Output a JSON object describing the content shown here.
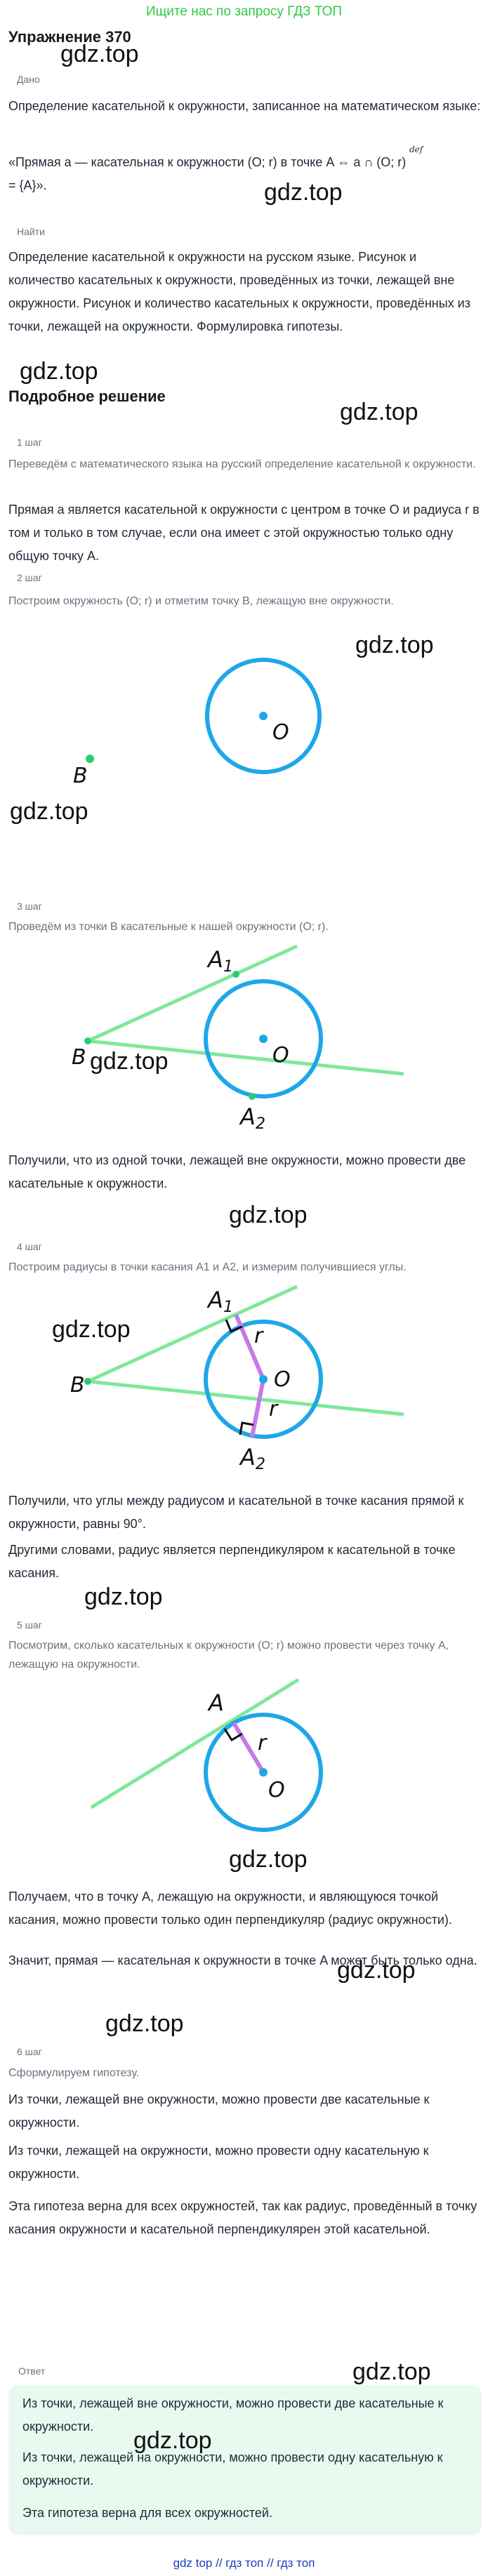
{
  "header": {
    "top_link": "Ищите нас по запросу ГДЗ ТОП",
    "title": "Упражнение 370"
  },
  "watermark": "gdz.top",
  "given": {
    "label": "Дано",
    "text1": "Определение касательной к окружности, записанное на математическом языке:",
    "formula": "«Прямая a — касательная к окружности (O; r) в точке A ⇔ a ∩ (O; r) = {A}».",
    "def_mark": "def"
  },
  "find": {
    "label": "Найти",
    "text": "Определение касательной к окружности на русском языке. Рисунок и количество касательных к окружности, проведённых из точки, лежащей вне окружности. Рисунок и количество касательных к окружности, проведённых из точки, лежащей на окружности. Формулировка гипотезы."
  },
  "solution_title": "Подробное решение",
  "step1": {
    "label": "1 шаг",
    "hint": "Переведём с математического языка на русский определение касательной к окружности.",
    "text": "Прямая a является касательной к окружности с центром в точке O и радиуса r в том и только в том случае, если она имеет с этой окружностью только одну общую точку A."
  },
  "step2": {
    "label": "2 шаг",
    "hint": "Построим окружность (O; r) и отметим точку B, лежащую вне окружности."
  },
  "step3": {
    "label": "3 шаг",
    "hint": "Проведём из точки B касательные к нашей окружности (O; r).",
    "text": "Получили, что из одной точки, лежащей вне окружности, можно провести две касательные к окружности."
  },
  "step4": {
    "label": "4 шаг",
    "hint": "Построим радиусы в точки касания A1 и A2, и измерим получившиеся углы.",
    "text1": "Получили, что углы между радиусом и касательной в точке касания прямой к окружности, равны 90°.",
    "text2": "Другими словами, радиус является перпендикуляром к касательной в точке касания."
  },
  "step5": {
    "label": "5 шаг",
    "hint": "Посмотрим, сколько касательных к окружности (O; r) можно провести через точку A, лежащую на окружности.",
    "text1": "Получаем, что в точку A, лежащую на окружности, и являющуюся точкой касания, можно провести только один перпендикуляр (радиус окружности).",
    "text2": "Значит, прямая — касательная к окружности в точке A может быть только одна."
  },
  "step6": {
    "label": "6 шаг",
    "hint": "Сформулируем гипотезу.",
    "text1": "Из точки, лежащей вне окружности, можно провести две касательные к окружности.",
    "text2": "Из точки, лежащей на окружности, можно провести одну касательную к окружности.",
    "text3": "Эта гипотеза верна для всех окружностей, так как радиус, проведённый в точку касания окружности и касательной перпендикулярен этой касательной."
  },
  "answer": {
    "label": "Ответ",
    "text1": "Из точки, лежащей вне окружности, можно провести две касательные к окружности.",
    "text2": "Из точки, лежащей на окружности, можно провести одну касательную к окружности.",
    "text3": "Эта гипотеза верна для всех окружностей."
  },
  "figures": {
    "center": "O",
    "point_b": "B",
    "point_a": "A",
    "tangent_a1": "A",
    "tangent_a2": "A",
    "sub1": "1",
    "sub2": "2",
    "radius": "r",
    "colors": {
      "circle": "#1ea7e8",
      "tangent": "#7ee89a",
      "radius": "#c879e6",
      "point": "#2ecc71",
      "center": "#1ea7e8"
    }
  },
  "footer": "gdz top  //  гдз топ  //  гдз топ"
}
